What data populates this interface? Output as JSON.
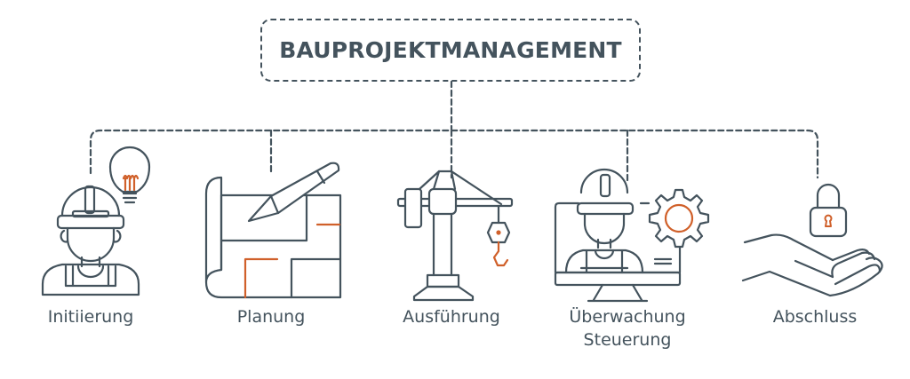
{
  "title": "BAUPROJEKTMANAGEMENT",
  "colors": {
    "stroke": "#44535d",
    "accent": "#d0602a",
    "background": "#ffffff"
  },
  "phases": [
    {
      "id": "initiierung",
      "label": "Initiierung",
      "icon": "worker-with-lightbulb-icon"
    },
    {
      "id": "planung",
      "label": "Planung",
      "icon": "blueprint-with-pencil-icon"
    },
    {
      "id": "ausfuehrung",
      "label": "Ausführung",
      "icon": "crane-icon"
    },
    {
      "id": "ueberwachung",
      "label": "Überwachung",
      "label2": "Steuerung",
      "icon": "worker-on-monitor-with-gear-icon"
    },
    {
      "id": "abschluss",
      "label": "Abschluss",
      "icon": "hand-with-padlock-icon"
    }
  ]
}
